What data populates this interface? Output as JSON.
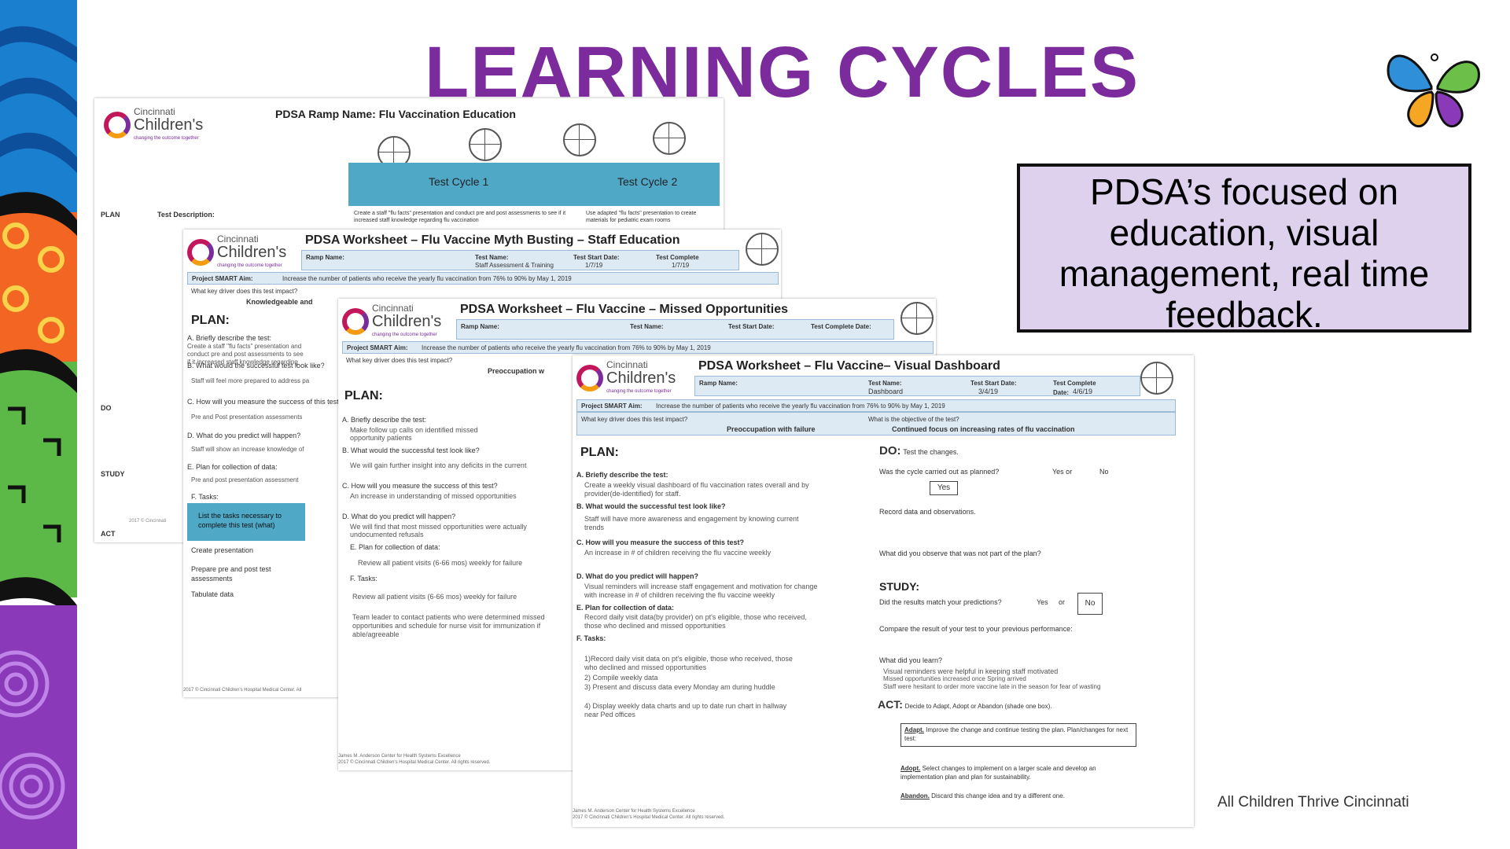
{
  "slide": {
    "title": "LEARNING CYCLES",
    "callout": "PDSA’s focused on education, visual management, real time feedback.",
    "footer": "All Children Thrive Cincinnati"
  },
  "logo": {
    "line1": "Cincinnati",
    "line2": "Children's",
    "tagline": "changing the outcome together"
  },
  "doc1": {
    "ramp_label": "PDSA Ramp Name: Flu Vaccination Education",
    "cycle1": "Test Cycle 1",
    "cycle2": "Test Cycle 2",
    "rows": [
      "PLAN",
      "DO",
      "STUDY",
      "ACT"
    ],
    "test_description": "Test Description:",
    "cycle1_text": "Create a staff \"flu facts\" presentation and conduct pre and post assessments to see if it increased staff knowledge regarding flu vaccination",
    "cycle2_text": "Use adapted \"flu facts\" presentation to create materials for pediatric exam rooms",
    "copyright": "2017 © Cincinnati"
  },
  "doc2": {
    "title": "PDSA Worksheet – Flu Vaccine Myth Busting – Staff Education",
    "ramp_name": "Ramp Name:",
    "test_name": "Test Name:",
    "test_name_val": "Staff Assessment & Training",
    "start_label": "Test Start Date:",
    "start_val": "1/7/19",
    "complete_label": "Test Complete",
    "complete_val": "1/7/19",
    "aim_label": "Project SMART Aim:",
    "aim": "Increase the number of patients who receive the yearly flu vaccination from 76% to 90% by May 1, 2019",
    "driver_q": "What key driver does this test impact?",
    "driver": "Knowledgeable and",
    "plan": "PLAN:",
    "qa": "A. Briefly describe the test:",
    "aa": "Create a staff \"flu facts\" presentation and conduct pre and post assessments to see if it increased staff knowledge regarding",
    "qb": "B. What would the successful test look like?",
    "ab": "Staff will feel more prepared to address parent concerns",
    "qc": "C. How will you measure the success of this test?",
    "ac": "Pre and Post presentation assessments",
    "qd": "D. What do you predict will happen?",
    "ad": "Staff will show an increase knowledge of",
    "qe": "E. Plan for collection of data:",
    "ae": "Pre and post presentation assessment",
    "qf": "F. Tasks:",
    "tasks_header": "List the tasks necessary to complete this test (what)",
    "tasks": [
      "Create presentation",
      "Prepare pre and post test assessments",
      "Tabulate data"
    ],
    "copyright": "2017 © Cincinnati Children's Hospital Medical Center. All"
  },
  "doc3": {
    "title": "PDSA Worksheet – Flu Vaccine – Missed Opportunities",
    "ramp_name": "Ramp Name:",
    "test_name": "Test Name:",
    "start_label": "Test Start Date:",
    "complete_label": "Test Complete Date:",
    "aim_label": "Project SMART Aim:",
    "aim": "Increase the number of patients who receive the yearly flu vaccination from 76% to 90% by May 1, 2019",
    "driver_q": "What key driver does this test impact?",
    "driver": "Preoccupation w",
    "plan": "PLAN:",
    "qa": "A. Briefly describe the test:",
    "aa": "Make follow up calls on identified missed opportunity patients",
    "qb": "B. What would the successful test look like?",
    "ab": "We will gain further insight into any deficits in the current",
    "qc": "C. How will you measure the success of this test?",
    "ac": "An increase in understanding of missed opportunities",
    "qd": "D. What do you predict will happen?",
    "ad": "We will find that most missed opportunities were actually undocumented refusals",
    "qe": "E. Plan for collection of data:",
    "ae": "Review all patient visits (6-66 mos) weekly for failure",
    "qf": "F. Tasks:",
    "af1": "Review all patient visits (6-66 mos) weekly for failure",
    "af2": "Team leader to contact patients who were determined missed opportunities and schedule for nurse visit for immunization if able/agreeable",
    "credit": "James M. Anderson Center for Health Systems Excellence",
    "copyright": "2017 © Cincinnati Children's Hospital Medical Center. All rights reserved."
  },
  "doc4": {
    "title": "PDSA Worksheet – Flu Vaccine– Visual Dashboard",
    "ramp_name": "Ramp Name:",
    "test_name": "Test Name:",
    "test_name_val": "Dashboard",
    "start_label": "Test Start Date:",
    "start_val": "3/4/19",
    "complete_label": "Test Complete Date:",
    "complete_val": "4/6/19",
    "aim_label": "Project SMART Aim:",
    "aim": "Increase the number of patients who receive the yearly flu vaccination from 76% to 90% by May 1, 2019",
    "driver_q": "What key driver does this test impact?",
    "driver": "Preoccupation with failure",
    "objective_q": "What is the objective of the test?",
    "objective": "Continued focus on increasing rates of flu vaccination",
    "plan": "PLAN:",
    "qa": "A. Briefly describe the test:",
    "aa": "Create a weekly visual dashboard of flu vaccination rates overall and by provider(de-identified) for staff.",
    "qb": "B. What would the successful test look like?",
    "ab": "Staff will have more awareness and engagement by knowing current trends",
    "qc": "C. How will you measure the success of this test?",
    "ac": "An increase in # of children receiving the flu vaccine weekly",
    "qd": "D. What do you predict will happen?",
    "ad": "Visual reminders will increase staff engagement and motivation for change with increase in # of children receiving the flu vaccine weekly",
    "qe": "E. Plan for collection of data:",
    "ae": "Record daily visit data(by provider) on pt's eligible, those who received, those who declined and missed opportunities",
    "qf": "F. Tasks:",
    "tasks": [
      "1)Record daily visit data on pt's eligible, those who received, those who declined and missed opportunities",
      "2) Compile weekly data",
      "3) Present and discuss data every Monday am during huddle",
      "4) Display weekly data charts and up to date run chart in hallway near Ped offices"
    ],
    "do_label": "DO:",
    "do_text": "Test the changes.",
    "do_q": "Was the cycle carried out as planned?",
    "yes_or": "Yes or",
    "no": "No",
    "yes_box": "Yes",
    "record": "Record data and observations.",
    "observe_q": "What did you observe that was not part of the plan?",
    "study_label": "STUDY:",
    "study_q": "Did the results match your predictions?",
    "yes": "Yes",
    "or": "or",
    "no_box": "No",
    "compare": "Compare the result of your test to your previous performance:",
    "learn_q": "What did you learn?",
    "learn1": "Visual reminders were helpful in keeping staff motivated",
    "learn2": "Missed opportunities increased once Spring arrived",
    "learn3": "Staff were hesitant to order more vaccine late in the season for fear of wasting",
    "act_label": "ACT:",
    "act_text": "Decide to Adapt, Adopt or Abandon (shade one box).",
    "adapt_label": "Adapt.",
    "adapt_text": "Improve the change and continue testing the plan. Plan/changes for next test:",
    "adopt_label": "Adopt.",
    "adopt_text": "Select changes to implement on a larger scale and develop an implementation plan and plan for sustainability.",
    "abandon_label": "Abandon.",
    "abandon_text": "Discard this change idea and try a different one.",
    "credit": "James M. Anderson Center for Health Systems Excellence",
    "copyright": "2017 © Cincinnati Children's Hospital Medical Center. All rights reserved."
  },
  "icons": {
    "left_band": "abstract-pattern-band",
    "top_right": "butterfly-logo",
    "cycle": "pdsa-cycle-icon"
  },
  "colors": {
    "title": "#7b2b9c",
    "callout_bg": "#ddd1ee",
    "teal_header": "#4fa8c6",
    "header_row": "#dde9f3"
  }
}
